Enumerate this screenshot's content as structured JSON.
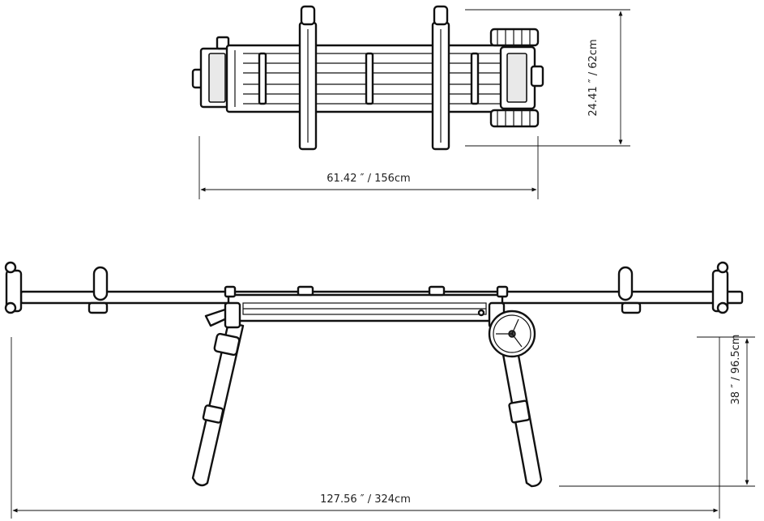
{
  "dimensions": {
    "top_width": "61.42 ″ / 156cm",
    "top_height": "24.41 ″ / 62cm",
    "front_height": "38 ″ / 96.5cm",
    "front_width": "127.56 ″ / 324cm"
  }
}
